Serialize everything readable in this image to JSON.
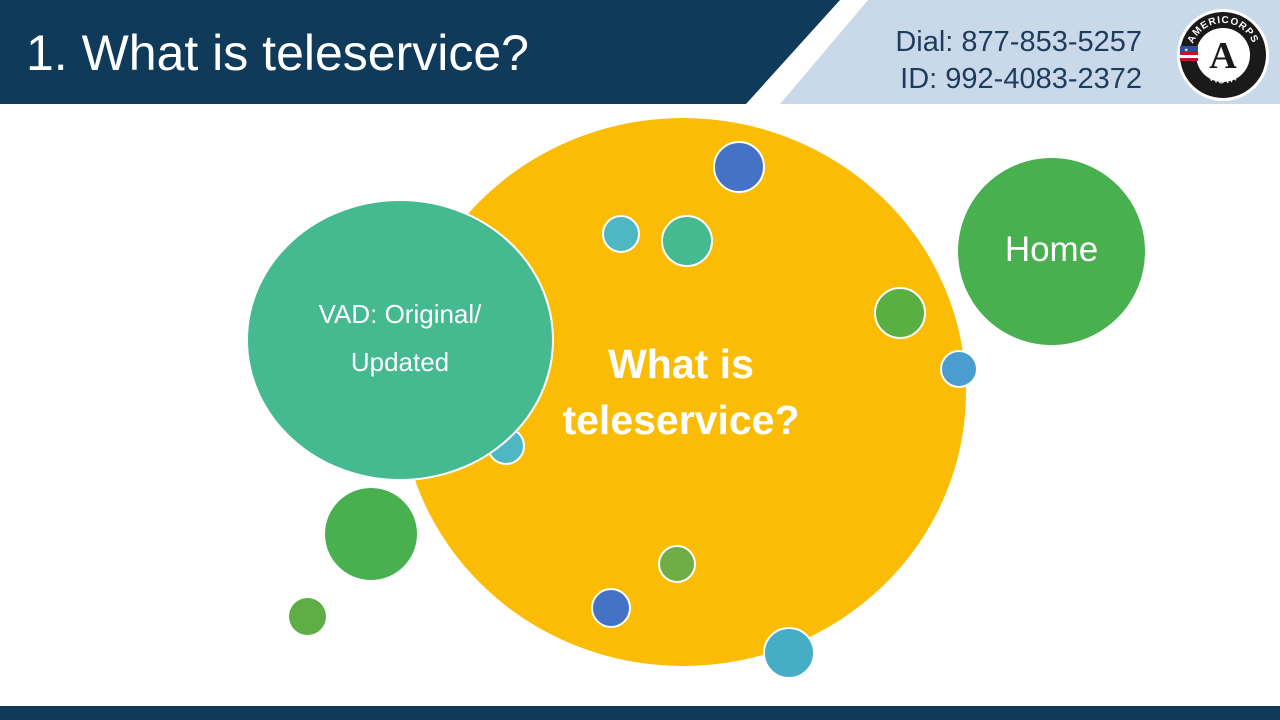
{
  "header": {
    "title": "1. What is teleservice?",
    "dial_line": "Dial: 877-853-5257",
    "id_line": "ID: 992-4083-2372"
  },
  "logo": {
    "top_text": "AMERICORPS",
    "bottom_text": "VISTA",
    "letter": "A"
  },
  "diagram": {
    "center_label": "What is teleservice?",
    "left_label": "VAD: Original/ Updated",
    "right_label": "Home"
  },
  "colors": {
    "navy": "#0f3a5a",
    "header_light": "#c9d9ea",
    "yellow": "#fbbc05",
    "teal": "#45b990",
    "green": "#48b04f",
    "blue": "#4472c4",
    "cyan": "#4fb6c4",
    "olive_green": "#70ad47"
  }
}
